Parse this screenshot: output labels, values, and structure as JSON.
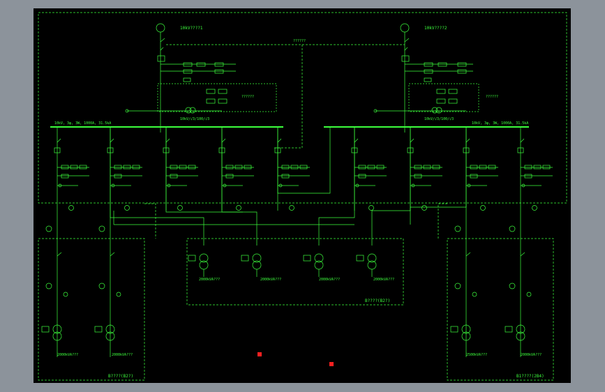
{
  "colors": {
    "background": "#8c939b",
    "canvas": "#000000",
    "line": "#3dff3d",
    "marker": "#ff2020"
  },
  "incomers": [
    {
      "label": "10kV????1"
    },
    {
      "label": "10kV????2"
    }
  ],
  "tie_label": "??????",
  "busbars": [
    {
      "label": "10kV, 3φ, 3W, 1000A, 31.5kA"
    },
    {
      "label": "10kV, 3φ, 3W, 1000A, 31.5kA"
    }
  ],
  "incomer_notes": [
    "??????",
    "??????"
  ],
  "pt_labels": [
    "10kV/√3/100/√3",
    "10kV/√3/100/√3"
  ],
  "transformers_center": [
    {
      "rating": "2000kVA???"
    },
    {
      "rating": "2000kVA???"
    },
    {
      "rating": "2000kVA???"
    },
    {
      "rating": "2000kVA???"
    }
  ],
  "transformers_left": [
    {
      "rating": "2000kVA???"
    },
    {
      "rating": "2000kVA???"
    }
  ],
  "transformers_right": [
    {
      "rating": "2500kVA???"
    },
    {
      "rating": "2000kVA???"
    }
  ],
  "substations": [
    {
      "label": "B????(B2?)"
    },
    {
      "label": "B????(B2?)"
    },
    {
      "label": "B1????(2B4)"
    }
  ]
}
